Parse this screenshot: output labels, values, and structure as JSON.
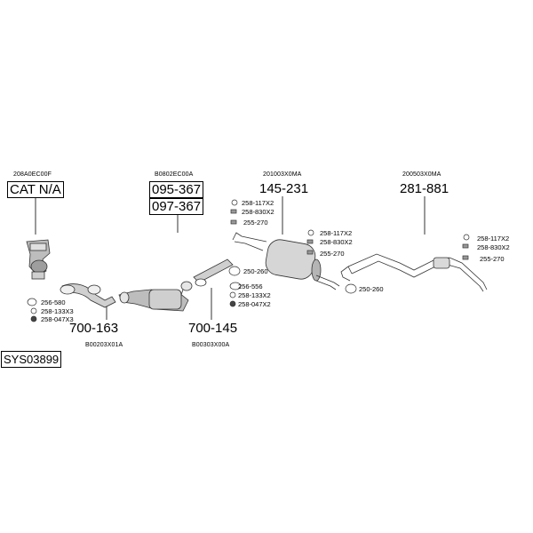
{
  "diagram_id": "SYS03899",
  "groups": [
    {
      "ref": "208A0EC00F",
      "main": "CAT N/A"
    },
    {
      "ref": "B0802EC00A",
      "main": "095-367",
      "alt": "097-367"
    },
    {
      "ref": "201003X0MA",
      "main": "145-231"
    },
    {
      "ref": "200503X0MA",
      "main": "281-881"
    },
    {
      "ref": "B00203X01A",
      "main": "700-163"
    },
    {
      "ref": "B00303X00A",
      "main": "700-145"
    }
  ],
  "hardware": {
    "front_pipe": [
      "256-580",
      "258-133X3",
      "258-047X3"
    ],
    "intermediate": [
      "256-556",
      "258-133X2",
      "258-047X2"
    ],
    "gasket": "250-260",
    "muffler_front": [
      "258-117X2",
      "258-830X2",
      "255-270"
    ],
    "muffler_rear": [
      "258-117X2",
      "258-830X2",
      "255-270"
    ],
    "muffler_gasket": "250-260",
    "tail": [
      "258-117X2",
      "258-830X2",
      "255-270"
    ]
  }
}
